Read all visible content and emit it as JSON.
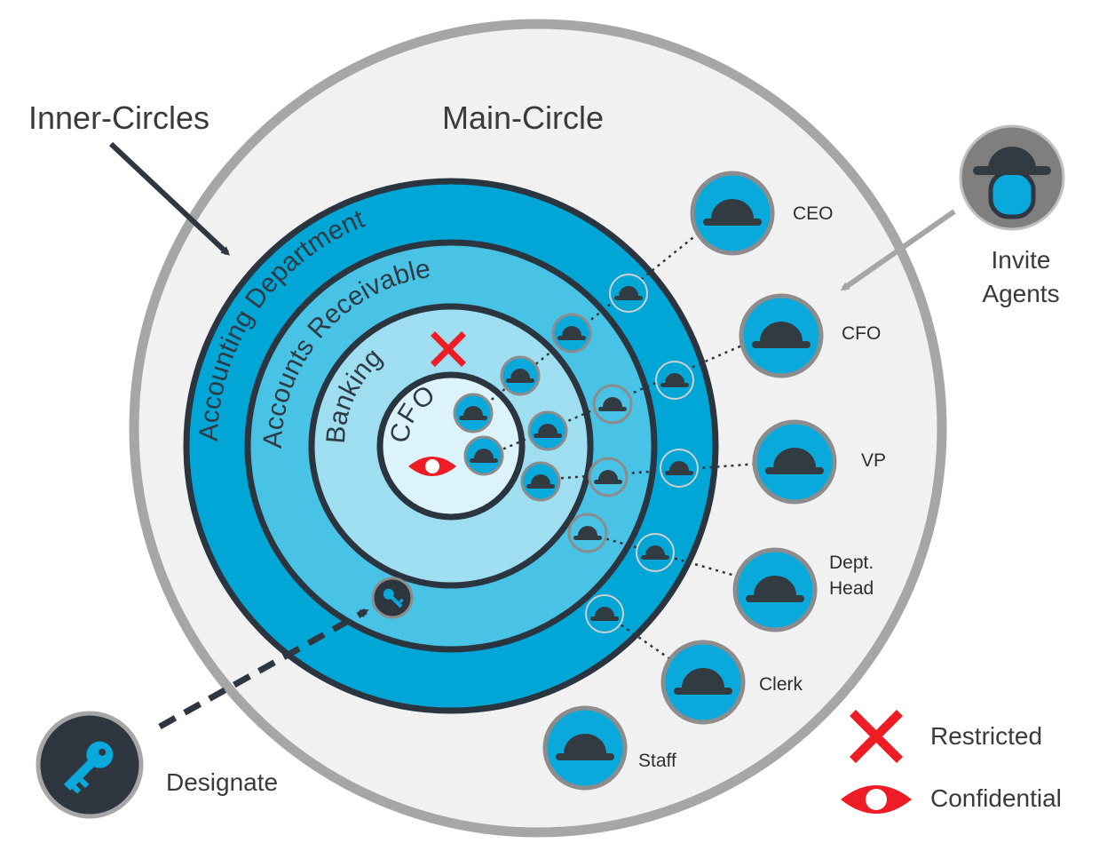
{
  "labels": {
    "inner_circles": "Inner-Circles",
    "main_circle": "Main-Circle",
    "invite_agents_1": "Invite",
    "invite_agents_2": "Agents",
    "designate": "Designate"
  },
  "rings": {
    "outer": "Accounting Department",
    "middle": "Accounts Receivable",
    "inner": "Banking",
    "core": "CFO"
  },
  "agents": [
    {
      "label_lines": [
        "CEO"
      ]
    },
    {
      "label_lines": [
        "CFO"
      ]
    },
    {
      "label_lines": [
        "VP"
      ]
    },
    {
      "label_lines": [
        "Dept.",
        "Head"
      ]
    },
    {
      "label_lines": [
        "Clerk"
      ]
    },
    {
      "label_lines": [
        "Staff"
      ]
    }
  ],
  "legend": {
    "restricted": "Restricted",
    "confidential": "Confidential"
  },
  "colors": {
    "main_circle_fill": "#f1f1f1",
    "main_circle_border": "#a6a6a6",
    "ring_outer": "#00a7d6",
    "ring_middle": "#48c3e6",
    "ring_inner": "#9edef0",
    "ring_core": "#ddf3fa",
    "ring_border": "#2b3540",
    "agent_blue": "#0aa9dc",
    "hat": "#333b42",
    "restricted_red": "#ee1c24",
    "key_dark": "#2e3640"
  },
  "icons": [
    "hat-icon",
    "key-icon",
    "x-icon",
    "eye-icon",
    "agent-icon"
  ]
}
